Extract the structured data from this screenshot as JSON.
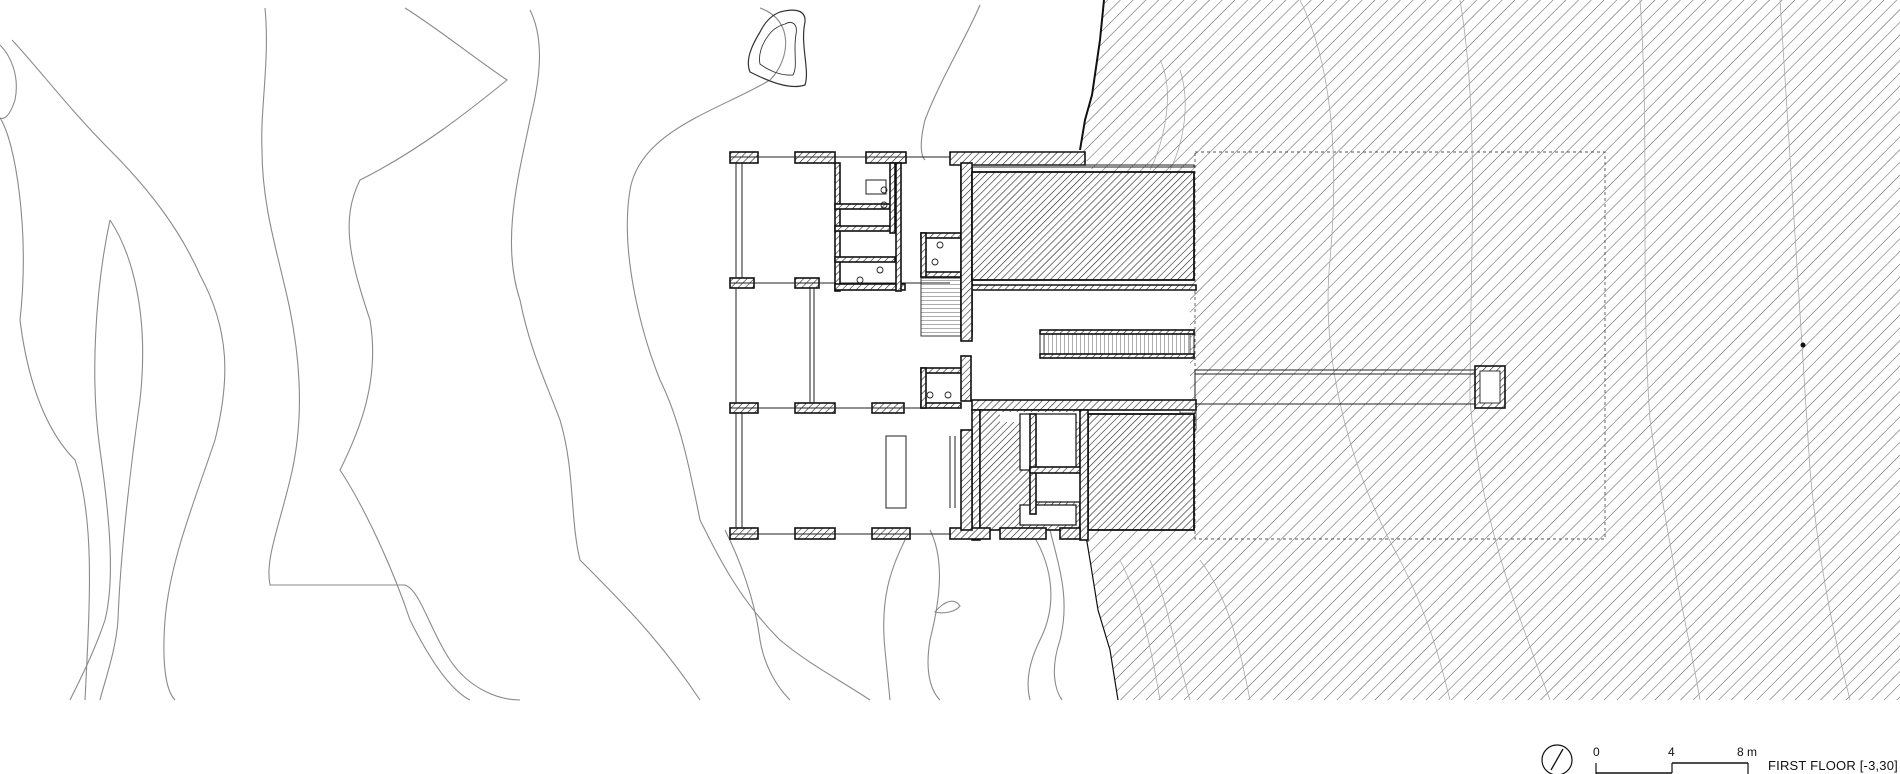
{
  "drawing": {
    "title": "FIRST FLOOR [-3,30]",
    "scale_bar": {
      "labels": [
        "0",
        "4",
        "8 m"
      ]
    },
    "icons": {
      "north_arrow": "north-arrow-icon"
    },
    "colors": {
      "line": "#111111",
      "contour": "#8a8a8a",
      "background": "#ffffff"
    }
  }
}
